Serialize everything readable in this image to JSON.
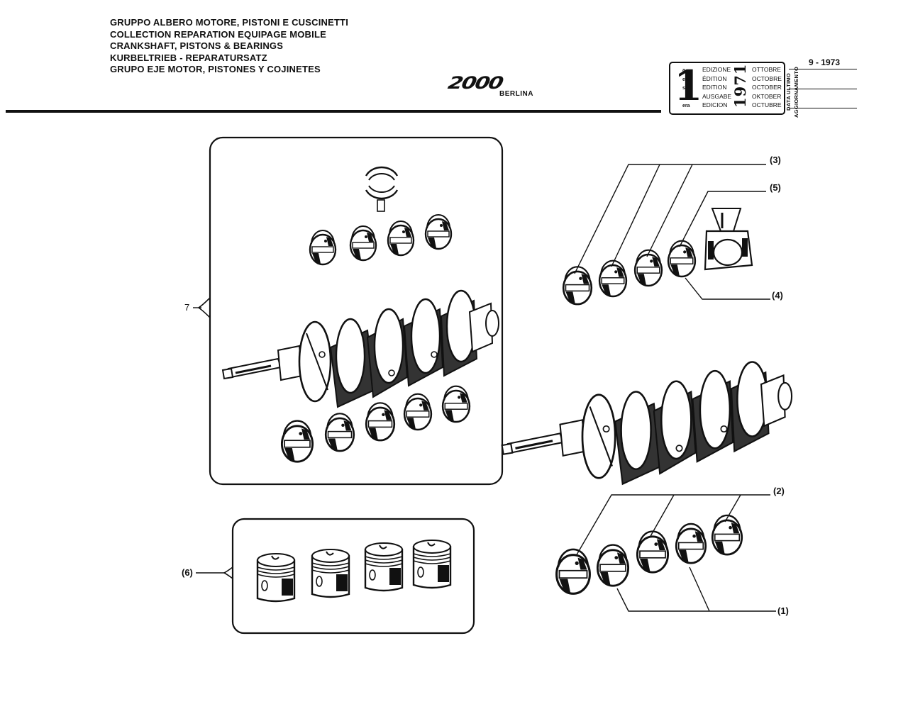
{
  "header": {
    "titles": [
      "GRUPPO ALBERO MOTORE, PISTONI E CUSCINETTI",
      "COLLECTION REPARATION EQUIPAGE MOBILE",
      "CRANKSHAFT, PISTONS & BEARINGS",
      "KURBELTRIEB - REPARATURSATZ",
      "GRUPO EJE MOTOR, PISTONES Y COJINETES"
    ],
    "model": "2000",
    "model_sub": "BERLINA"
  },
  "edition": {
    "number": "1",
    "suffixes": [
      "a",
      "ere",
      "st",
      ".",
      "era"
    ],
    "labels": [
      "EDIZIONE",
      "ÉDITION",
      "EDITION",
      "AUSGABE",
      "EDICION"
    ],
    "months": [
      "OTTOBRE",
      "OCTOBRE",
      "OCTOBER",
      "OKTOBER",
      "OCTUBRE"
    ],
    "year": "1971",
    "update_label_1": "DATA ULTIMO",
    "update_label_2": "AGGIORNAMENTO",
    "update_date": "9 - 1973"
  },
  "callouts": {
    "c1": "(1)",
    "c2": "(2)",
    "c3": "(3)",
    "c4": "(4)",
    "c5": "(5)",
    "c6": "(6)",
    "c7": "7"
  }
}
